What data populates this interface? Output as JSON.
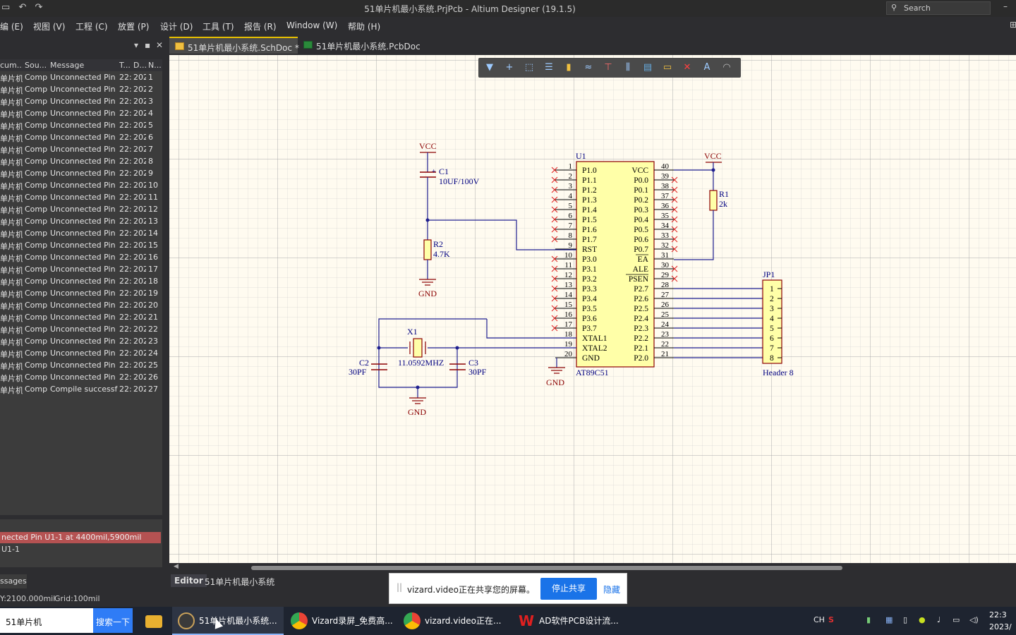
{
  "window": {
    "title": "51单片机最小系统.PrjPcb - Altium Designer (19.1.5)",
    "search_placeholder": "Search"
  },
  "menu": [
    {
      "label": "编 (E)"
    },
    {
      "label": "视图 (V)"
    },
    {
      "label": "工程 (C)"
    },
    {
      "label": "放置 (P)"
    },
    {
      "label": "设计 (D)"
    },
    {
      "label": "工具 (T)"
    },
    {
      "label": "报告 (R)"
    },
    {
      "label": "Window (W)"
    },
    {
      "label": "帮助 (H)"
    }
  ],
  "messages": {
    "headers": [
      "cum...",
      "Sou...",
      "Message",
      "T...",
      "D...",
      "N..."
    ],
    "rows": [
      {
        "doc": "单片机",
        "src": "Compi",
        "msg": "Unconnected Pin U",
        "t": "22:",
        "d": "202",
        "n": "1"
      },
      {
        "doc": "单片机",
        "src": "Compi",
        "msg": "Unconnected Pin U",
        "t": "22:",
        "d": "202",
        "n": "2"
      },
      {
        "doc": "单片机",
        "src": "Compi",
        "msg": "Unconnected Pin U",
        "t": "22:",
        "d": "202",
        "n": "3"
      },
      {
        "doc": "单片机",
        "src": "Compi",
        "msg": "Unconnected Pin U",
        "t": "22:",
        "d": "202",
        "n": "4"
      },
      {
        "doc": "单片机",
        "src": "Compi",
        "msg": "Unconnected Pin U",
        "t": "22:",
        "d": "202",
        "n": "5"
      },
      {
        "doc": "单片机",
        "src": "Compi",
        "msg": "Unconnected Pin U",
        "t": "22:",
        "d": "202",
        "n": "6"
      },
      {
        "doc": "单片机",
        "src": "Compi",
        "msg": "Unconnected Pin U",
        "t": "22:",
        "d": "202",
        "n": "7"
      },
      {
        "doc": "单片机",
        "src": "Compi",
        "msg": "Unconnected Pin U",
        "t": "22:",
        "d": "202",
        "n": "8"
      },
      {
        "doc": "单片机",
        "src": "Compi",
        "msg": "Unconnected Pin U",
        "t": "22:",
        "d": "202",
        "n": "9"
      },
      {
        "doc": "单片机",
        "src": "Compi",
        "msg": "Unconnected Pin U",
        "t": "22:",
        "d": "202",
        "n": "10"
      },
      {
        "doc": "单片机",
        "src": "Compi",
        "msg": "Unconnected Pin U",
        "t": "22:",
        "d": "202",
        "n": "11"
      },
      {
        "doc": "单片机",
        "src": "Compi",
        "msg": "Unconnected Pin U",
        "t": "22:",
        "d": "202",
        "n": "12"
      },
      {
        "doc": "单片机",
        "src": "Compi",
        "msg": "Unconnected Pin U",
        "t": "22:",
        "d": "202",
        "n": "13"
      },
      {
        "doc": "单片机",
        "src": "Compi",
        "msg": "Unconnected Pin U",
        "t": "22:",
        "d": "202",
        "n": "14"
      },
      {
        "doc": "单片机",
        "src": "Compi",
        "msg": "Unconnected Pin U",
        "t": "22:",
        "d": "202",
        "n": "15"
      },
      {
        "doc": "单片机",
        "src": "Compi",
        "msg": "Unconnected Pin U",
        "t": "22:",
        "d": "202",
        "n": "16"
      },
      {
        "doc": "单片机",
        "src": "Compi",
        "msg": "Unconnected Pin U",
        "t": "22:",
        "d": "202",
        "n": "17"
      },
      {
        "doc": "单片机",
        "src": "Compi",
        "msg": "Unconnected Pin U",
        "t": "22:",
        "d": "202",
        "n": "18"
      },
      {
        "doc": "单片机",
        "src": "Compi",
        "msg": "Unconnected Pin U",
        "t": "22:",
        "d": "202",
        "n": "19"
      },
      {
        "doc": "单片机",
        "src": "Compi",
        "msg": "Unconnected Pin U",
        "t": "22:",
        "d": "202",
        "n": "20"
      },
      {
        "doc": "单片机",
        "src": "Compi",
        "msg": "Unconnected Pin U",
        "t": "22:",
        "d": "202",
        "n": "21"
      },
      {
        "doc": "单片机",
        "src": "Compi",
        "msg": "Unconnected Pin U",
        "t": "22:",
        "d": "202",
        "n": "22"
      },
      {
        "doc": "单片机",
        "src": "Compi",
        "msg": "Unconnected Pin U",
        "t": "22:",
        "d": "202",
        "n": "23"
      },
      {
        "doc": "单片机",
        "src": "Compi",
        "msg": "Unconnected Pin U",
        "t": "22:",
        "d": "202",
        "n": "24"
      },
      {
        "doc": "单片机",
        "src": "Compi",
        "msg": "Unconnected Pin U",
        "t": "22:",
        "d": "202",
        "n": "25"
      },
      {
        "doc": "单片机",
        "src": "Compi",
        "msg": "Unconnected Pin U",
        "t": "22:",
        "d": "202",
        "n": "26"
      },
      {
        "doc": "单片机",
        "src": "Compi",
        "msg": "Compile successfu",
        "t": "22:",
        "d": "202",
        "n": "27"
      }
    ],
    "selected_detail": "nected Pin U1-1 at 4400mil,5900mil",
    "detail_sub": "U1-1",
    "tab_label": "ssages"
  },
  "status": {
    "coords": "Y:2100.000mil",
    "grid": "Grid:100mil"
  },
  "doc_tabs": [
    {
      "label": "51单片机最小系统.SchDoc *"
    },
    {
      "label": "51单片机最小系统.PcbDoc"
    }
  ],
  "toolbar_icons": [
    "filter-icon",
    "cross-icon",
    "select-rect-icon",
    "align-icon",
    "component-icon",
    "wire-icon",
    "power-port-icon",
    "bus-icon",
    "sheet-icon",
    "port-icon",
    "no-erc-icon",
    "text-icon",
    "arc-icon"
  ],
  "schematic": {
    "u1": {
      "designator": "U1",
      "comment": "AT89C51",
      "left_pins": [
        {
          "num": "1",
          "name": "P1.0"
        },
        {
          "num": "2",
          "name": "P1.1"
        },
        {
          "num": "3",
          "name": "P1.2"
        },
        {
          "num": "4",
          "name": "P1.3"
        },
        {
          "num": "5",
          "name": "P1.4"
        },
        {
          "num": "6",
          "name": "P1.5"
        },
        {
          "num": "7",
          "name": "P1.6"
        },
        {
          "num": "8",
          "name": "P1.7"
        },
        {
          "num": "9",
          "name": "RST"
        },
        {
          "num": "10",
          "name": "P3.0"
        },
        {
          "num": "11",
          "name": "P3.1"
        },
        {
          "num": "12",
          "name": "P3.2"
        },
        {
          "num": "13",
          "name": "P3.3"
        },
        {
          "num": "14",
          "name": "P3.4"
        },
        {
          "num": "15",
          "name": "P3.5"
        },
        {
          "num": "16",
          "name": "P3.6"
        },
        {
          "num": "17",
          "name": "P3.7"
        },
        {
          "num": "18",
          "name": "XTAL1"
        },
        {
          "num": "19",
          "name": "XTAL2"
        },
        {
          "num": "20",
          "name": "GND"
        }
      ],
      "right_pins": [
        {
          "num": "40",
          "name": "VCC"
        },
        {
          "num": "39",
          "name": "P0.0"
        },
        {
          "num": "38",
          "name": "P0.1"
        },
        {
          "num": "37",
          "name": "P0.2"
        },
        {
          "num": "36",
          "name": "P0.3"
        },
        {
          "num": "35",
          "name": "P0.4"
        },
        {
          "num": "34",
          "name": "P0.5"
        },
        {
          "num": "33",
          "name": "P0.6"
        },
        {
          "num": "32",
          "name": "P0.7"
        },
        {
          "num": "31",
          "name": "EA"
        },
        {
          "num": "30",
          "name": "ALE"
        },
        {
          "num": "29",
          "name": "PSEN"
        },
        {
          "num": "28",
          "name": "P2.7"
        },
        {
          "num": "27",
          "name": "P2.6"
        },
        {
          "num": "26",
          "name": "P2.5"
        },
        {
          "num": "25",
          "name": "P2.4"
        },
        {
          "num": "24",
          "name": "P2.3"
        },
        {
          "num": "23",
          "name": "P2.2"
        },
        {
          "num": "22",
          "name": "P2.1"
        },
        {
          "num": "21",
          "name": "P2.0"
        }
      ]
    },
    "jp1": {
      "designator": "JP1",
      "comment": "Header 8",
      "pins": [
        "1",
        "2",
        "3",
        "4",
        "5",
        "6",
        "7",
        "8"
      ]
    },
    "c1": {
      "designator": "C1",
      "value": "10UF/100V",
      "plus": "+"
    },
    "r2": {
      "designator": "R2",
      "value": "4.7K"
    },
    "r1": {
      "designator": "R1",
      "value": "2k"
    },
    "x1": {
      "designator": "X1",
      "value": "11.0592MHZ"
    },
    "c2": {
      "designator": "C2",
      "value": "30PF"
    },
    "c3": {
      "designator": "C3",
      "value": "30PF"
    },
    "vcc_label": "VCC",
    "gnd_label": "GND"
  },
  "editor_tabs": {
    "editor": "Editor",
    "sheet": "51单片机最小系统"
  },
  "share_bar": {
    "grip": "||",
    "text": "vizard.video正在共享您的屏幕。",
    "stop": "停止共享",
    "hide": "隐藏"
  },
  "taskbar": {
    "search_value": "51单片机",
    "search_button": "搜索一下",
    "items": [
      {
        "label": "51单片机最小系统..."
      },
      {
        "label": "Vizard录屏_免费高..."
      },
      {
        "label": "vizard.video正在..."
      },
      {
        "label": "AD软件PCB设计流..."
      }
    ],
    "ime": "CH",
    "time": "22:3",
    "date": "2023/"
  },
  "colors": {
    "sheet_bg": "#fffbf0",
    "wire": "#1f1f8f",
    "component_fill": "#ffffa8",
    "component_border": "#8b0000",
    "label_red": "#8b0000",
    "selected_msg": "#b55252",
    "accent_blue": "#1a73e8"
  }
}
